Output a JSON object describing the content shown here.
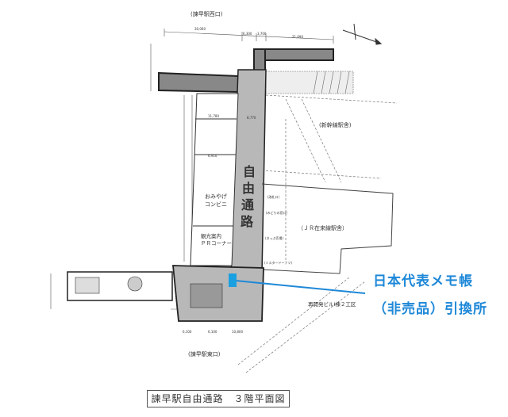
{
  "labels": {
    "west_exit": "(諫早駅西口)",
    "east_exit": "(諫早駅東口)",
    "shinkansen": "(新幹線駅舎)",
    "corridor": "自由通路",
    "shop_line1": "おみやげ",
    "shop_line2": "コンビニ",
    "tourist_line1": "観光案内",
    "tourist_line2": "ＰＲコーナー",
    "jr_station": "（ＪＲ在来線駅舎）",
    "ticket_gate": "(改札口)",
    "midori": "(みどりの窓口)",
    "ticket_sales": "(きっぷ売場)",
    "donut": "(ミスタードーナツ)",
    "redevelopment": "再開発ビルⅠ棟２工区"
  },
  "dimensions": [
    "30,060",
    "6,300",
    "3,700",
    "21,690",
    "11,780",
    "8,770",
    "6,910",
    "6,100",
    "6,100",
    "10,800"
  ],
  "callout": {
    "line1": "日本代表メモ帳",
    "line2": "（非売品）引換所",
    "color": "#1e88d8"
  },
  "title": "諫早駅自由通路　３階平面図"
}
